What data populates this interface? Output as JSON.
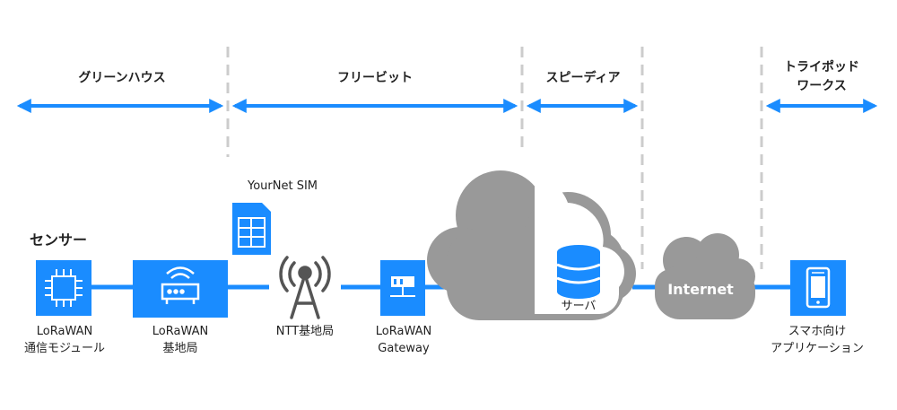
{
  "colors": {
    "blue": "#1a8cff",
    "gray": "#999999",
    "dash": "#cccccc",
    "white": "#ffffff"
  },
  "sections": {
    "greenhouse": "グリーンハウス",
    "freebit": "フリービット",
    "speedia": "スピーディア",
    "tripod_line1": "トライポッド",
    "tripod_line2": "ワークス"
  },
  "labels": {
    "sensor": "センサー",
    "sim": "YourNet SIM",
    "module_line1": "LoRaWAN",
    "module_line2": "通信モジュール",
    "base_line1": "LoRaWAN",
    "base_line2": "基地局",
    "ntt": "NTT基地局",
    "gateway_line1": "LoRaWAN",
    "gateway_line2": "Gateway",
    "server": "サーバ",
    "internet": "Internet",
    "app_line1": "スマホ向け",
    "app_line2": "アプリケーション"
  },
  "icons": {
    "module": "chip-icon",
    "base": "router-icon",
    "sim": "sim-card-icon",
    "ntt": "antenna-tower-icon",
    "gateway": "network-switch-icon",
    "server": "database-icon",
    "app": "smartphone-icon"
  }
}
